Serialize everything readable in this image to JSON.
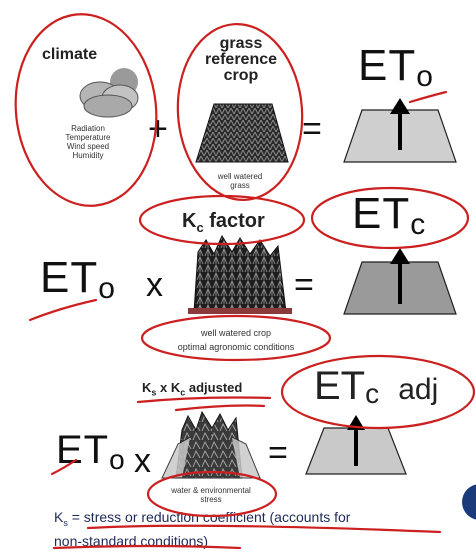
{
  "row1": {
    "climate_label": "climate",
    "climate_vars": [
      "Radiation",
      "Temperature",
      "Wind speed",
      "Humidity"
    ],
    "plus": "+",
    "grass_label_lines": [
      "grass",
      "reference",
      "crop"
    ],
    "grass_caption_lines": [
      "well watered",
      "grass"
    ],
    "equals": "=",
    "result_main": "ET",
    "result_sub": "o"
  },
  "row2": {
    "kc_main": "K",
    "kc_sub": "c",
    "kc_rest": " factor",
    "et_main": "ET",
    "et_sub": "o",
    "times": "x",
    "crop_caption_line1": "well watered  crop",
    "crop_caption_line2": "optimal  agronomic    conditions",
    "equals": "=",
    "result_main": "ET",
    "result_sub": "c"
  },
  "row3": {
    "ks_main": "K",
    "ks_sub": "s",
    "ks_mid": " x K",
    "ks_sub2": "c",
    "ks_rest": " adjusted",
    "et_main": "ET",
    "et_sub": "o",
    "times": "x",
    "stress_caption_lines": [
      "water & environmental",
      "stress"
    ],
    "equals": "=",
    "result_main": "ET",
    "result_sub": "c",
    "result_rest": "adj"
  },
  "footnote": {
    "line1_prefix": "K",
    "line1_sub": "s",
    "line1_text": " = stress or reduction coefficient (accounts for",
    "line2_text": "non-standard conditions)"
  }
}
